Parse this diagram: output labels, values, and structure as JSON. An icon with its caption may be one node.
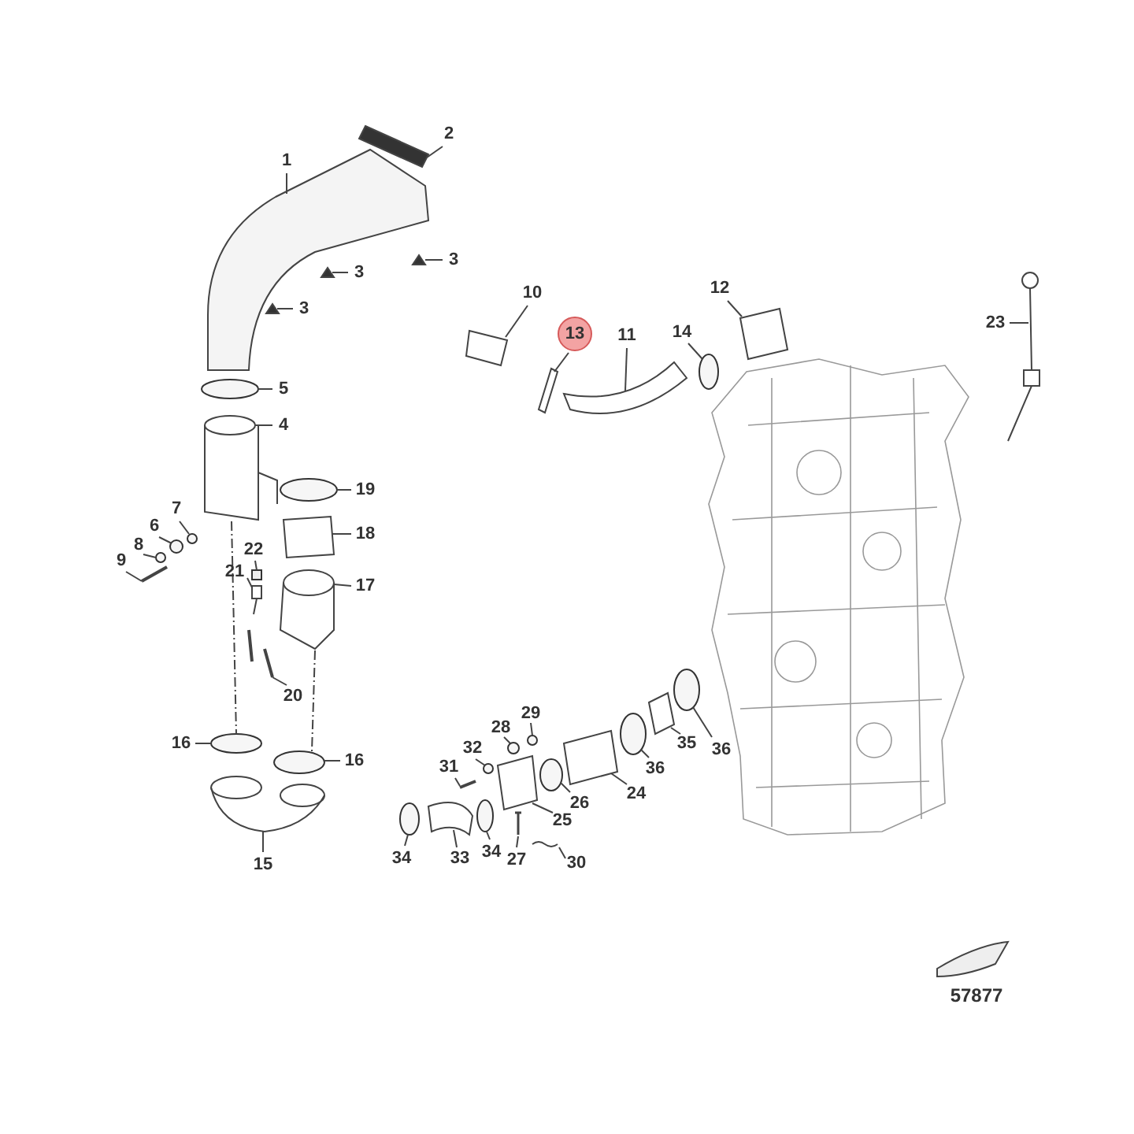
{
  "diagram": {
    "nodes": [
      {
        "text": [
          "1"
        ]
      },
      {
        "text": [
          "2"
        ]
      },
      {
        "text": [
          "3"
        ]
      },
      {
        "text": [
          "3"
        ]
      },
      {
        "text": [
          "3"
        ]
      },
      {
        "text": [
          "10"
        ]
      },
      {
        "text": [
          "13"
        ]
      },
      {
        "text": [
          "11"
        ]
      },
      {
        "text": [
          "14"
        ]
      },
      {
        "text": [
          "12"
        ]
      },
      {
        "text": [
          "23"
        ]
      },
      {
        "text": [
          "5"
        ]
      },
      {
        "text": [
          "4"
        ]
      },
      {
        "text": [
          "19"
        ]
      },
      {
        "text": [
          "18"
        ]
      },
      {
        "text": [
          "7"
        ]
      },
      {
        "text": [
          "6"
        ]
      },
      {
        "text": [
          "22"
        ]
      },
      {
        "text": [
          "8"
        ]
      },
      {
        "text": [
          "9"
        ]
      },
      {
        "text": [
          "21"
        ]
      },
      {
        "text": [
          "17"
        ]
      },
      {
        "text": [
          "20"
        ]
      },
      {
        "text": [
          "29"
        ]
      },
      {
        "text": [
          "28"
        ]
      },
      {
        "text": [
          "36"
        ]
      },
      {
        "text": [
          "35"
        ]
      },
      {
        "text": [
          "32"
        ]
      },
      {
        "text": [
          "36"
        ]
      },
      {
        "text": [
          "16"
        ]
      },
      {
        "text": [
          "31"
        ]
      },
      {
        "text": [
          "16"
        ]
      },
      {
        "text": [
          "24"
        ]
      },
      {
        "text": [
          "26"
        ]
      },
      {
        "text": [
          "25"
        ]
      },
      {
        "text": [
          "34"
        ]
      },
      {
        "text": [
          "33"
        ]
      },
      {
        "text": [
          "34"
        ]
      },
      {
        "text": [
          "27"
        ]
      },
      {
        "text": [
          "30"
        ]
      },
      {
        "text": [
          "15"
        ]
      },
      {
        "text": [],
        "shape": "picture"
      },
      {
        "text": [],
        "shape": "picture"
      },
      {
        "text": [],
        "shape": "picture"
      },
      {
        "text": [],
        "shape": "picture"
      },
      {
        "text": [],
        "shape": "picture"
      },
      {
        "text": [],
        "shape": "picture"
      },
      {
        "text": [],
        "shape": "picture"
      },
      {
        "text": [],
        "shape": "picture"
      },
      {
        "text": [],
        "shape": "circle"
      },
      {
        "text": [],
        "shape": "picture"
      },
      {
        "text": [],
        "shape": "picture"
      },
      {
        "text": [],
        "shape": "circle"
      },
      {
        "text": [],
        "shape": "picture"
      },
      {
        "text": [],
        "shape": "circle"
      },
      {
        "text": [],
        "shape": "picture"
      },
      {
        "text": [],
        "shape": "circle"
      },
      {
        "text": [],
        "shape": "circle"
      },
      {
        "text": [],
        "shape": "box"
      },
      {
        "text": [],
        "shape": "circle"
      },
      {
        "text": [],
        "shape": "picture"
      },
      {
        "text": [],
        "shape": "picture"
      },
      {
        "text": [],
        "shape": "picture"
      },
      {
        "text": [],
        "shape": "picture"
      },
      {
        "text": [],
        "shape": "circle"
      },
      {
        "text": [],
        "shape": "circle"
      },
      {
        "text": [],
        "shape": "circle"
      },
      {
        "text": [],
        "shape": "picture"
      },
      {
        "text": [],
        "shape": "circle"
      },
      {
        "text": [],
        "shape": "circle"
      },
      {
        "text": [],
        "shape": "circle"
      },
      {
        "text": [],
        "shape": "picture"
      },
      {
        "text": [],
        "shape": "circle"
      },
      {
        "text": [],
        "shape": "picture"
      },
      {
        "text": [],
        "shape": "circle"
      },
      {
        "text": [],
        "shape": "picture"
      },
      {
        "text": [],
        "shape": "circle"
      },
      {
        "text": [],
        "shape": "picture"
      },
      {
        "text": [],
        "shape": "circle"
      },
      {
        "text": [],
        "shape": "picture"
      },
      {
        "text": [],
        "shape": "picture"
      },
      {
        "text": [],
        "shape": "picture"
      }
    ],
    "edges": [
      {
        "from": 0,
        "to": 41,
        "arrow": "none"
      },
      {
        "from": 1,
        "to": 42,
        "arrow": "none"
      },
      {
        "from": 2,
        "to": 43,
        "arrow": "none"
      },
      {
        "from": 3,
        "to": 44,
        "arrow": "none"
      },
      {
        "from": 4,
        "to": 45,
        "arrow": "none"
      },
      {
        "from": 5,
        "to": 46,
        "arrow": "none"
      },
      {
        "from": 6,
        "to": 47,
        "arrow": "none"
      },
      {
        "from": 7,
        "to": 48,
        "arrow": "none"
      },
      {
        "from": 8,
        "to": 49,
        "arrow": "none"
      },
      {
        "from": 9,
        "to": 50,
        "arrow": "none"
      },
      {
        "from": 10,
        "to": 51,
        "arrow": "none"
      },
      {
        "from": 11,
        "to": 52,
        "arrow": "none"
      },
      {
        "from": 12,
        "to": 53,
        "arrow": "none"
      },
      {
        "from": 13,
        "to": 54,
        "arrow": "none"
      },
      {
        "from": 14,
        "to": 55,
        "arrow": "none"
      },
      {
        "from": 15,
        "to": 56,
        "arrow": "none"
      },
      {
        "from": 16,
        "to": 57,
        "arrow": "none"
      },
      {
        "from": 17,
        "to": 58,
        "arrow": "none"
      },
      {
        "from": 18,
        "to": 59,
        "arrow": "none"
      },
      {
        "from": 19,
        "to": 60,
        "arrow": "none"
      },
      {
        "from": 20,
        "to": 61,
        "arrow": "none"
      },
      {
        "from": 21,
        "to": 62,
        "arrow": "none"
      },
      {
        "from": 22,
        "to": 63,
        "arrow": "none"
      },
      {
        "from": 23,
        "to": 64,
        "arrow": "none"
      },
      {
        "from": 24,
        "to": 65,
        "arrow": "none"
      },
      {
        "from": 25,
        "to": 66,
        "arrow": "none"
      },
      {
        "from": 26,
        "to": 67,
        "arrow": "none"
      },
      {
        "from": 27,
        "to": 68,
        "arrow": "none"
      },
      {
        "from": 28,
        "to": 69,
        "arrow": "none"
      },
      {
        "from": 29,
        "to": 70,
        "arrow": "none"
      },
      {
        "from": 30,
        "to": 71,
        "arrow": "none"
      },
      {
        "from": 31,
        "to": 72,
        "arrow": "none"
      },
      {
        "from": 32,
        "to": 73,
        "arrow": "none"
      },
      {
        "from": 33,
        "to": 74,
        "arrow": "none"
      },
      {
        "from": 34,
        "to": 75,
        "arrow": "none"
      },
      {
        "from": 35,
        "to": 76,
        "arrow": "none"
      },
      {
        "from": 36,
        "to": 77,
        "arrow": "none"
      },
      {
        "from": 37,
        "to": 78,
        "arrow": "none"
      },
      {
        "from": 38,
        "to": 79,
        "arrow": "none"
      },
      {
        "from": 39,
        "to": 80,
        "arrow": "none"
      },
      {
        "from": 40,
        "to": 81,
        "arrow": "none"
      },
      {
        "from": 53,
        "to": 70,
        "arrow": "none",
        "style": "dashed"
      },
      {
        "from": 62,
        "to": 72,
        "arrow": "none",
        "style": "dashed"
      }
    ],
    "labels": [
      "57877"
    ]
  }
}
